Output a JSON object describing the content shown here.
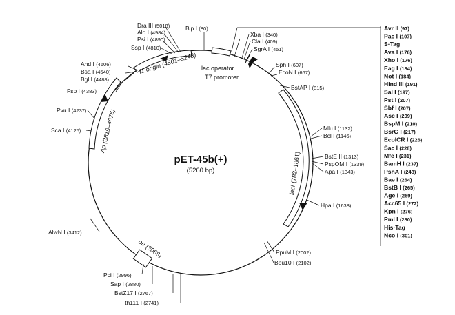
{
  "plasmid": {
    "name": "pET-45b(+)",
    "size": "(5260 bp)"
  },
  "features": {
    "f1_origin": "f1 origin (4801–5248)",
    "ap": "Ap (3819–4676)",
    "laci_name": "lacI",
    "laci_range": "(782–1861)",
    "ori_name": "ori",
    "ori_pos": "(3058)",
    "lac_operator": "lac operator",
    "t7_promoter": "T7 promoter"
  },
  "sites": [
    {
      "name": "Dra III",
      "pos": "(5018)"
    },
    {
      "name": "Alo I",
      "pos": "(4984)"
    },
    {
      "name": "Psi I",
      "pos": "(4890)"
    },
    {
      "name": "Ssp I",
      "pos": "(4810)"
    },
    {
      "name": "Blp I",
      "pos": "(80)"
    },
    {
      "name": "Xba I",
      "pos": "(340)"
    },
    {
      "name": "Cla I",
      "pos": "(409)"
    },
    {
      "name": "SgrA I",
      "pos": "(451)"
    },
    {
      "name": "Ahd I",
      "pos": "(4606)"
    },
    {
      "name": "Bsa I",
      "pos": "(4540)"
    },
    {
      "name": "Bgl I",
      "pos": "(4488)"
    },
    {
      "name": "Sph I",
      "pos": "(607)"
    },
    {
      "name": "EcoN I",
      "pos": "(667)"
    },
    {
      "name": "Fsp I",
      "pos": "(4383)"
    },
    {
      "name": "BstAP I",
      "pos": "(815)"
    },
    {
      "name": "Pvu I",
      "pos": "(4237)"
    },
    {
      "name": "Sca I",
      "pos": "(4125)"
    },
    {
      "name": "Mlu I",
      "pos": "(1132)"
    },
    {
      "name": "Bcl I",
      "pos": "(1146)"
    },
    {
      "name": "BstE II",
      "pos": "(1313)"
    },
    {
      "name": "PspOM I",
      "pos": "(1339)"
    },
    {
      "name": "Apa I",
      "pos": "(1343)"
    },
    {
      "name": "Hpa I",
      "pos": "(1638)"
    },
    {
      "name": "AlwN I",
      "pos": "(3412)"
    },
    {
      "name": "PpuM I",
      "pos": "(2002)"
    },
    {
      "name": "Bpu10 I",
      "pos": "(2102)"
    },
    {
      "name": "Pci I",
      "pos": "(2996)"
    },
    {
      "name": "Sap I",
      "pos": "(2880)"
    },
    {
      "name": "BstZ17 I",
      "pos": "(2767)"
    },
    {
      "name": "Tth111 I",
      "pos": "(2741)"
    }
  ],
  "mcs": [
    {
      "name": "Avr II",
      "pos": "(97)"
    },
    {
      "name": "Pac I",
      "pos": "(107)"
    },
    {
      "name": "S·Tag",
      "pos": ""
    },
    {
      "name": "Ava I",
      "pos": "(176)"
    },
    {
      "name": "Xho I",
      "pos": "(176)"
    },
    {
      "name": "Eag I",
      "pos": "(184)"
    },
    {
      "name": "Not I",
      "pos": "(184)"
    },
    {
      "name": "Hind III",
      "pos": "(191)"
    },
    {
      "name": "Sal I",
      "pos": "(197)"
    },
    {
      "name": "Pst I",
      "pos": "(207)"
    },
    {
      "name": "Sbf I",
      "pos": "(207)"
    },
    {
      "name": "Asc I",
      "pos": "(209)"
    },
    {
      "name": "BspM I",
      "pos": "(210)"
    },
    {
      "name": "BsrG I",
      "pos": "(217)"
    },
    {
      "name": "EcoICR I",
      "pos": "(226)"
    },
    {
      "name": "Sac I",
      "pos": "(228)"
    },
    {
      "name": "Mfe I",
      "pos": "(231)"
    },
    {
      "name": "BamH I",
      "pos": "(237)"
    },
    {
      "name": "PshA I",
      "pos": "(248)"
    },
    {
      "name": "Bae I",
      "pos": "(264)"
    },
    {
      "name": "BstB I",
      "pos": "(265)"
    },
    {
      "name": "Age I",
      "pos": "(269)"
    },
    {
      "name": "Acc65 I",
      "pos": "(272)"
    },
    {
      "name": "Kpn I",
      "pos": "(276)"
    },
    {
      "name": "Pml I",
      "pos": "(280)"
    },
    {
      "name": "His·Tag",
      "pos": ""
    },
    {
      "name": "Nco I",
      "pos": "(301)"
    }
  ]
}
